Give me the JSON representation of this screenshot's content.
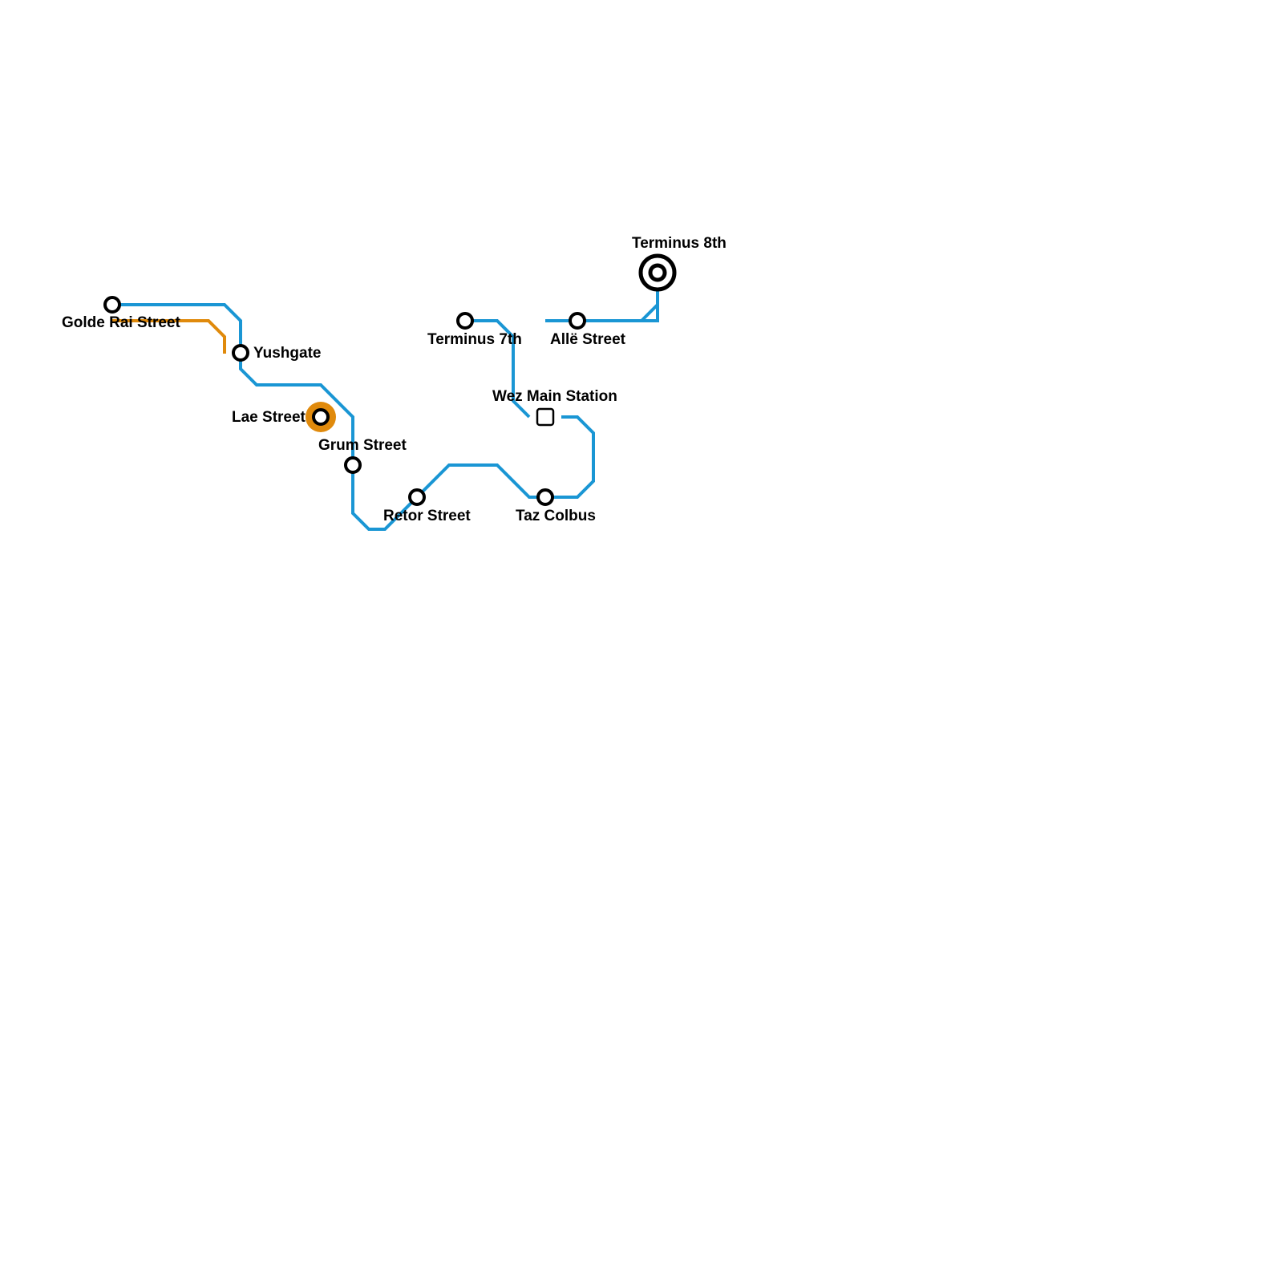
{
  "lines": [
    {
      "id": "blue",
      "color": "#1a96d4"
    },
    {
      "id": "orange",
      "color": "#e08a0c"
    }
  ],
  "stations": {
    "golde_rai_street": {
      "label": "Golde Rai Street",
      "type": "stop"
    },
    "yushgate": {
      "label": "Yushgate",
      "type": "stop"
    },
    "lae_street": {
      "label": "Lae Street",
      "type": "interchange",
      "highlight_color": "#e08a0c"
    },
    "grum_street": {
      "label": "Grum Street",
      "type": "stop"
    },
    "retor_street": {
      "label": "Retor Street",
      "type": "stop"
    },
    "taz_colbus": {
      "label": "Taz Colbus",
      "type": "stop"
    },
    "wez_main_station": {
      "label": "Wez Main Station",
      "type": "main-station"
    },
    "terminus_7th": {
      "label": "Terminus 7th",
      "type": "stop"
    },
    "alle_street": {
      "label": "Allë Street",
      "type": "stop"
    },
    "terminus_8th": {
      "label": "Terminus 8th",
      "type": "terminus"
    }
  }
}
